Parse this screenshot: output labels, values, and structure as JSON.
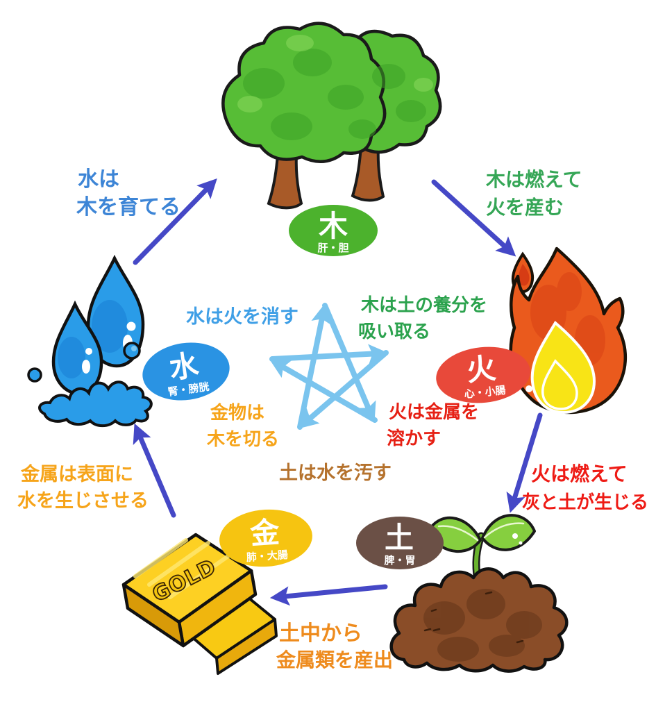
{
  "badges": {
    "wood": {
      "kanji": "木",
      "organs": "肝・胆"
    },
    "fire": {
      "kanji": "火",
      "organs": "心・小腸"
    },
    "earth": {
      "kanji": "土",
      "organs": "脾・胃"
    },
    "metal": {
      "kanji": "金",
      "organs": "肺・大腸"
    },
    "water": {
      "kanji": "水",
      "organs": "腎・膀胱"
    }
  },
  "generating": {
    "water_to_wood": {
      "line1": "水は",
      "line2": "木を育てる"
    },
    "wood_to_fire": {
      "line1": "木は燃えて",
      "line2": "火を産む"
    },
    "fire_to_earth": {
      "line1": "火は燃えて",
      "line2": "灰と土が生じる"
    },
    "earth_to_metal": {
      "line1": "土中から",
      "line2": "金属類を産出"
    },
    "metal_to_water": {
      "line1": "金属は表面に",
      "line2": "水を生じさせる"
    }
  },
  "overcoming": {
    "water_to_fire": {
      "line1": "水は火を消す"
    },
    "wood_to_earth": {
      "line1": "木は土の養分を",
      "line2": "吸い取る"
    },
    "fire_to_metal": {
      "line1": "火は金属を",
      "line2": "溶かす"
    },
    "metal_to_wood": {
      "line1": "金物は",
      "line2": "木を切る"
    },
    "earth_to_water": {
      "line1": "土は水を汚す"
    }
  },
  "illustrations": {
    "gold_text": "GOLD"
  },
  "colors": {
    "wood_badge": "#4cb22d",
    "fire_badge": "#e8493a",
    "earth_badge": "#6b5046",
    "metal_badge": "#f6c411",
    "water_badge": "#2a93e3",
    "generating_arrow": "#4548c6",
    "overcoming_arrow": "#6fc0ed",
    "label_blue": "#3d85d6",
    "label_green": "#35a656",
    "label_red": "#ee1b15",
    "label_orange": "#ee8b1d",
    "label_amber": "#f6a41a",
    "label_sky": "#3f9fe6",
    "label_brown": "#b5722d"
  }
}
